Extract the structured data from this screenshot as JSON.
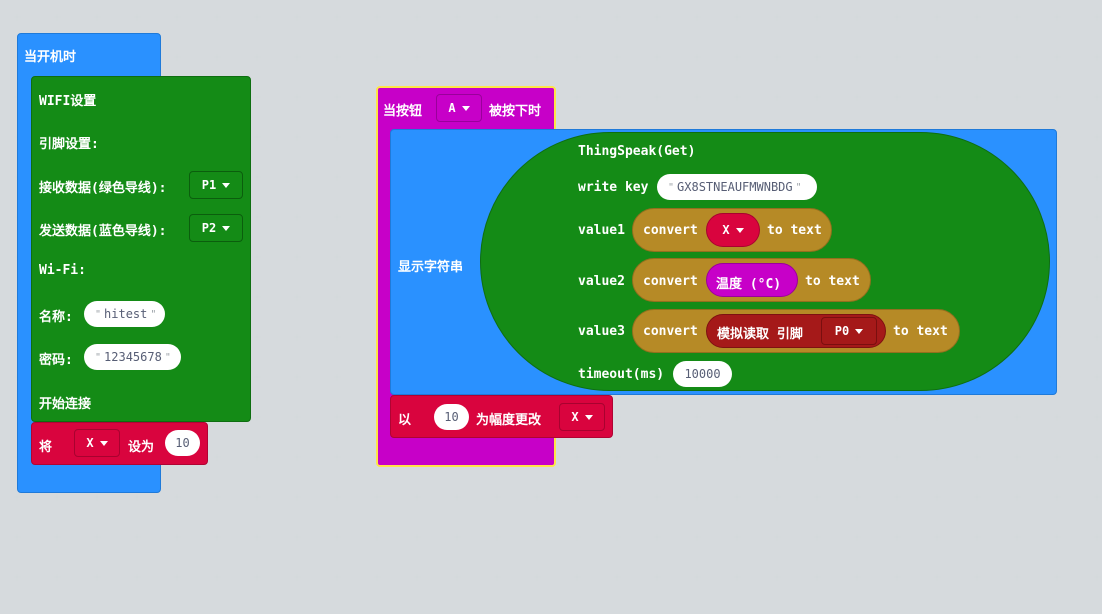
{
  "on_start": {
    "title": "当开机时",
    "wifi_block": {
      "title": "WIFI设置",
      "pin_header": "引脚设置:",
      "rx_label": "接收数据(绿色导线):",
      "rx_pin": "P1",
      "tx_label": "发送数据(蓝色导线):",
      "tx_pin": "P2",
      "wifi_header": "Wi-Fi:",
      "ssid_label": "名称:",
      "ssid_value": "hitest",
      "password_label": "密码:",
      "password_value": "12345678",
      "connect_label": "开始连接"
    },
    "set_block": {
      "prefix": "将",
      "variable": "X",
      "middle": "设为",
      "value": "10"
    }
  },
  "on_button": {
    "prefix": "当按钮",
    "button": "A",
    "suffix": "被按下时",
    "show_string_label": "显示字符串",
    "thingspeak": {
      "title": "ThingSpeak(Get)",
      "write_key_label": "write key",
      "write_key_value": "GX8STNEAUFMWNBDG",
      "value1_label": "value1",
      "value2_label": "value2",
      "value3_label": "value3",
      "convert_label": "convert",
      "to_text_label": "to text",
      "value1_var": "X",
      "value2_sensor": "温度 (°C)",
      "value3_analog": "模拟读取 引脚",
      "value3_pin": "P0",
      "timeout_label": "timeout(ms)",
      "timeout_value": "10000"
    },
    "change_block": {
      "prefix": "以",
      "value": "10",
      "middle": "为幅度更改",
      "variable": "X"
    }
  },
  "colors": {
    "events_blue": "#2a91ff",
    "iot_green": "#148b16",
    "variable_red": "#d9043e",
    "input_magenta": "#c700c8",
    "text_ochre": "#b68a26",
    "pins_darkred": "#a51919",
    "selection_yellow": "#ffe547"
  }
}
